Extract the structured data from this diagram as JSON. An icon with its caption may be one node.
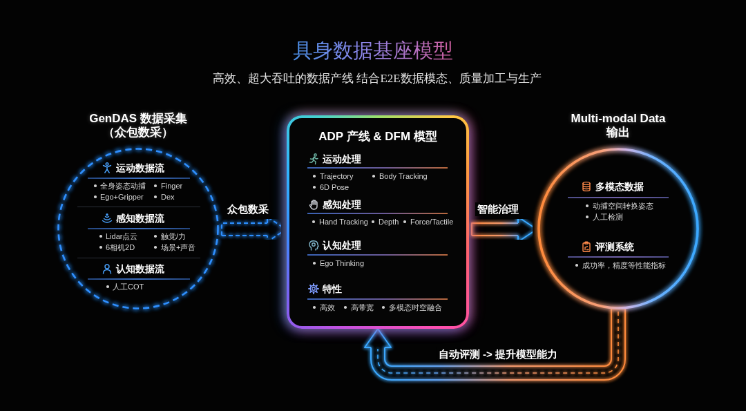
{
  "diagram": {
    "title": "具身数据基座模型",
    "nodes": [
      {
        "text": [
          "GenDAS 数据采集（众包数采）",
          "运动数据流",
          "全身姿态动捕",
          "Finger",
          "Ego+Gripper",
          "Dex",
          "感知数据流",
          "Lidar点云",
          "触觉/力",
          "6相机2D",
          "场景+声音",
          "认知数据流",
          "人工COT"
        ]
      },
      {
        "text": [
          "ADP 产线 & DFM 模型",
          "运动处理",
          "Trajectory",
          "Body Tracking",
          "6D Pose",
          "感知处理",
          "Hand Tracking",
          "Depth",
          "Force/Tactile",
          "认知处理",
          "Ego Thinking",
          "特性",
          "高效",
          "高带宽",
          "多模态时空融合"
        ]
      },
      {
        "text": [
          "Multi-modal Data 输出",
          "多模态数据",
          "动捕空间转换姿态",
          "人工检测",
          "评测系统",
          "成功率，精度等性能指标"
        ]
      }
    ],
    "edges": [
      {
        "from": 0,
        "to": 1,
        "arrow": "to",
        "label": "众包数采",
        "style": "dashed",
        "color": "#2f8fff"
      },
      {
        "from": 1,
        "to": 2,
        "arrow": "to",
        "label": "智能治理"
      },
      {
        "from": 2,
        "to": 1,
        "arrow": "to",
        "label": "自动评测 -> 提升模型能力"
      }
    ],
    "labels": [
      "高效、超大吞吐的数据产线 结合E2E数据模态、质量加工与生产"
    ]
  }
}
